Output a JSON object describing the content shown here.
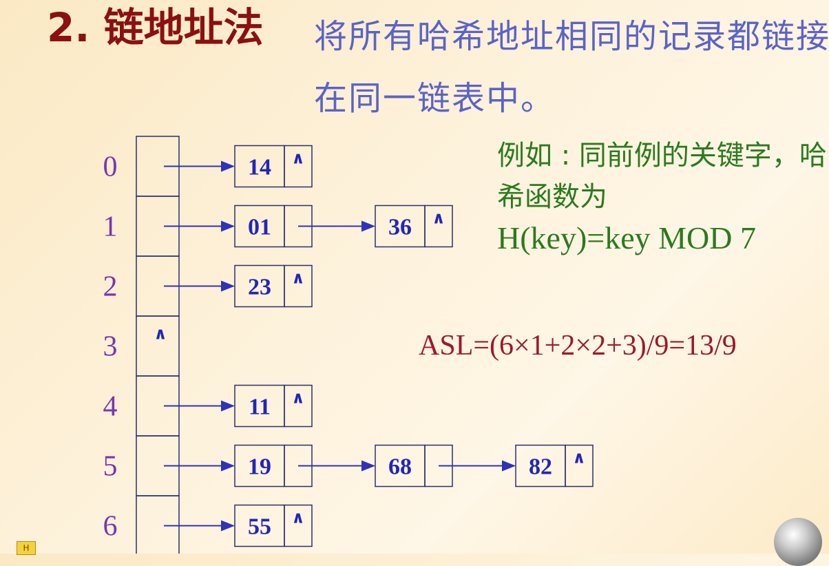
{
  "title": "2. 链地址法",
  "description": "将所有哈希地址相同的记录都链接在同一链表中。",
  "example": {
    "line1": "例如 : 同前例的关键字，哈希函数为",
    "formula": "H(key)=key MOD 7"
  },
  "asl": "ASL=(6×1+2×2+3)/9=13/9",
  "null_mark": "∧",
  "nav_icon": "nav-button-icon",
  "sphere_icon": "sphere-icon",
  "colors": {
    "title": "#8b1010",
    "description": "#5a63c8",
    "example": "#2c7a1e",
    "asl": "#9b1a2a",
    "index": "#7a35b0",
    "key": "#2226b8"
  },
  "table": [
    {
      "index": "0",
      "chain": [
        "14"
      ]
    },
    {
      "index": "1",
      "chain": [
        "01",
        "36"
      ]
    },
    {
      "index": "2",
      "chain": [
        "23"
      ]
    },
    {
      "index": "3",
      "chain": []
    },
    {
      "index": "4",
      "chain": [
        "11"
      ]
    },
    {
      "index": "5",
      "chain": [
        "19",
        "68",
        "82"
      ]
    },
    {
      "index": "6",
      "chain": [
        "55"
      ]
    }
  ]
}
